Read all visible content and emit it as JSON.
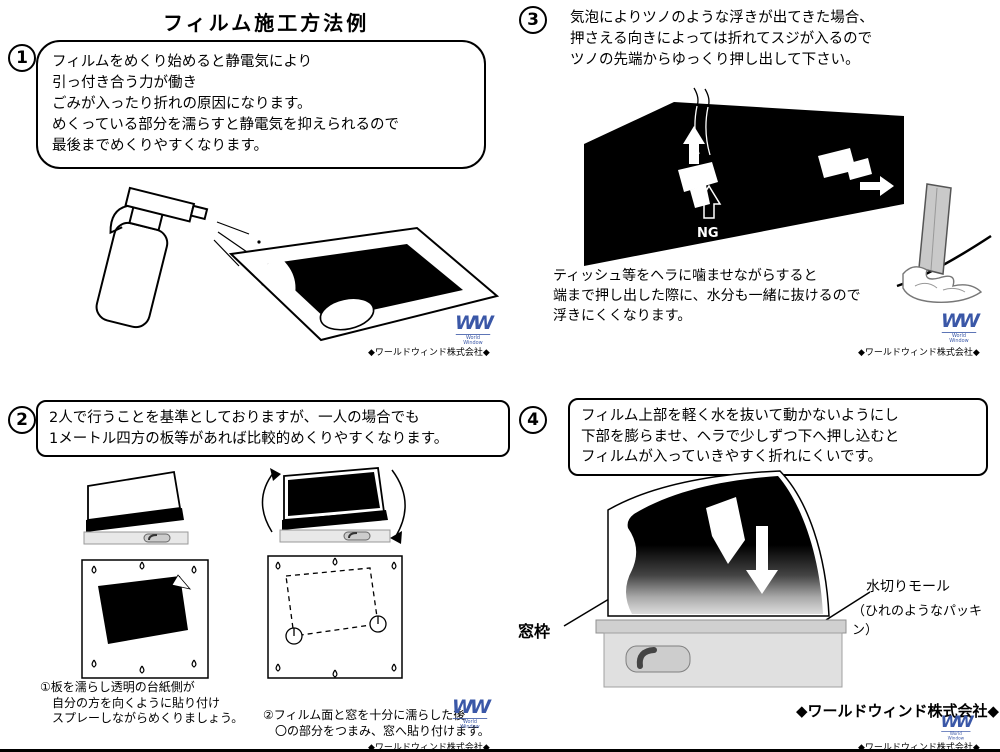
{
  "page": {
    "title": "フィルム施工方法例"
  },
  "brand": {
    "logo_text": "WW",
    "logo_subtext": "World Window",
    "watermark": "◆ワールドウィンド株式会社◆",
    "accent_blue": "#3a57a7"
  },
  "step1": {
    "number": "1",
    "bubble_lines": [
      "フィルムをめくり始めると静電気により",
      "引っ付き合う力が働き",
      "ごみが入ったり折れの原因になります。",
      "めくっている部分を濡らすと静電気を抑えられるので",
      "最後までめくりやすくなります。"
    ]
  },
  "step2": {
    "number": "2",
    "box_lines": [
      "2人で行うことを基準としておりますが、一人の場合でも",
      "1メートル四方の板等があれば比較的めくりやすくなります。"
    ],
    "caption_left_lines": [
      "①板を濡らし透明の台紙側が",
      "　自分の方を向くように貼り付け",
      "　スプレーしながらめくりましょう。"
    ],
    "caption_right_lines": [
      "②フィルム面と窓を十分に濡らした後",
      "　〇の部分をつまみ、窓へ貼り付けます。"
    ]
  },
  "step3": {
    "number": "3",
    "head_lines": [
      "気泡によりツノのような浮きが出てきた場合、",
      "押さえる向きによっては折れてスジが入るので",
      "ツノの先端からゆっくり押し出して下さい。"
    ],
    "ng_label": "NG",
    "note_lines": [
      "ティッシュ等をヘラに噛ませながらすると",
      "端まで押し出した際に、水分も一緒に抜けるので",
      "浮きにくくなります。"
    ]
  },
  "step4": {
    "number": "4",
    "box_lines": [
      "フィルム上部を軽く水を抜いて動かないようにし",
      "下部を膨らませ、ヘラで少しずつ下へ押し込むと",
      "フィルムが入っていきやすく折れにくいです。"
    ],
    "label_window_frame": "窓枠",
    "label_molding": "水切りモール",
    "label_molding_sub": "（ひれのようなパッキン）"
  }
}
